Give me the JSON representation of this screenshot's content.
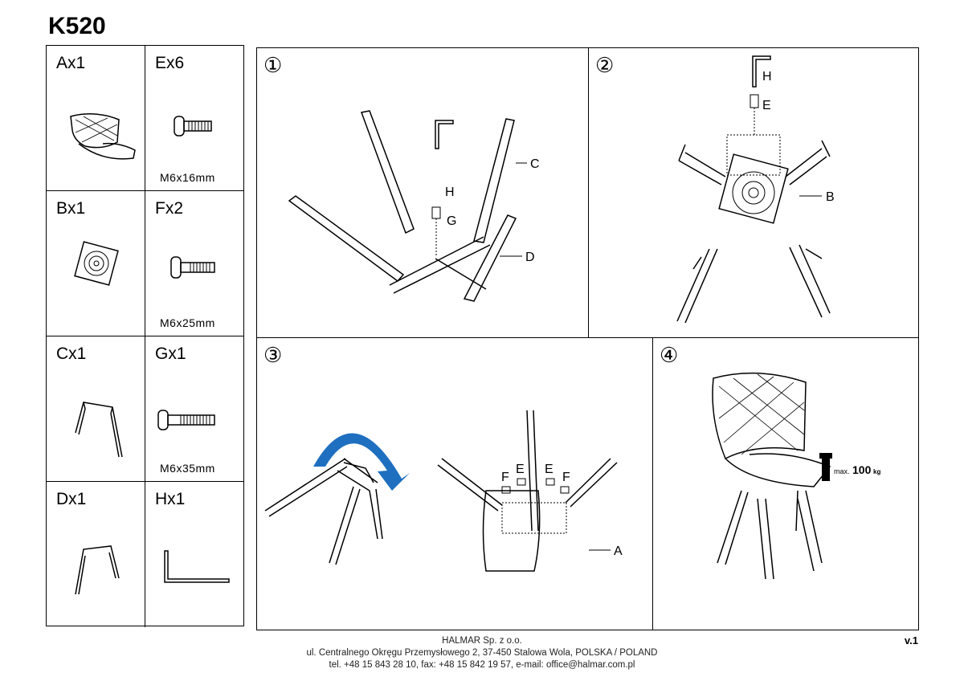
{
  "title": "K520",
  "parts": [
    {
      "label": "Ax1",
      "size": ""
    },
    {
      "label": "Ex6",
      "size": "M6x16mm"
    },
    {
      "label": "Bx1",
      "size": ""
    },
    {
      "label": "Fx2",
      "size": "M6x25mm"
    },
    {
      "label": "Cx1",
      "size": ""
    },
    {
      "label": "Gx1",
      "size": "M6x35mm"
    },
    {
      "label": "Dx1",
      "size": ""
    },
    {
      "label": "Hx1",
      "size": ""
    }
  ],
  "steps": [
    {
      "number": "①",
      "callouts": {
        "c": "C",
        "d": "D",
        "h": "H",
        "g": "G"
      }
    },
    {
      "number": "②",
      "callouts": {
        "h": "H",
        "e": "E",
        "b": "B"
      }
    },
    {
      "number": "③",
      "callouts": {
        "f1": "F",
        "e1": "E",
        "e2": "E",
        "f2": "F",
        "a": "A"
      }
    },
    {
      "number": "④",
      "max_load": {
        "prefix": "max.",
        "value": "100",
        "unit": "kg"
      }
    }
  ],
  "footer": {
    "company": "HALMAR Sp. z o.o.",
    "address": "ul. Centralnego Okręgu Przemysłowego 2, 37-450 Stalowa Wola, POLSKA / POLAND",
    "contact": "tel. +48 15 843 28 10, fax: +48 15 842 19 57, e-mail: office@halmar.com.pl"
  },
  "version": "v.1",
  "colors": {
    "arrow": "#1e6fc0"
  }
}
